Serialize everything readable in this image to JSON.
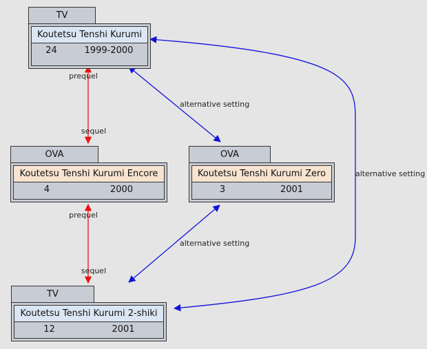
{
  "colors": {
    "background": "#e5e5e5",
    "tv_title_fill": "#dbe6f4",
    "ova_title_fill": "#f7e3d0",
    "box_fill": "#c8ccd4",
    "prequel_sequel_edge": "#ee1111",
    "alternative_setting_edge": "#1111dd"
  },
  "nodes": {
    "kurumi": {
      "type": "TV",
      "title": "Koutetsu Tenshi Kurumi",
      "episodes": "24",
      "years": "1999-2000"
    },
    "encore": {
      "type": "OVA",
      "title": "Koutetsu Tenshi Kurumi Encore",
      "episodes": "4",
      "years": "2000"
    },
    "zero": {
      "type": "OVA",
      "title": "Koutetsu Tenshi Kurumi Zero",
      "episodes": "3",
      "years": "2001"
    },
    "nishiki": {
      "type": "TV",
      "title": "Koutetsu Tenshi Kurumi 2-shiki",
      "episodes": "12",
      "years": "2001"
    }
  },
  "edges": {
    "kurumi_encore": {
      "from_label": "prequel",
      "to_label": "sequel"
    },
    "kurumi_zero": {
      "label": "alternative setting"
    },
    "kurumi_nishiki": {
      "label": "alternative setting"
    },
    "encore_nishiki": {
      "from_label": "prequel",
      "to_label": "sequel"
    },
    "zero_nishiki": {
      "label": "alternative setting"
    }
  }
}
